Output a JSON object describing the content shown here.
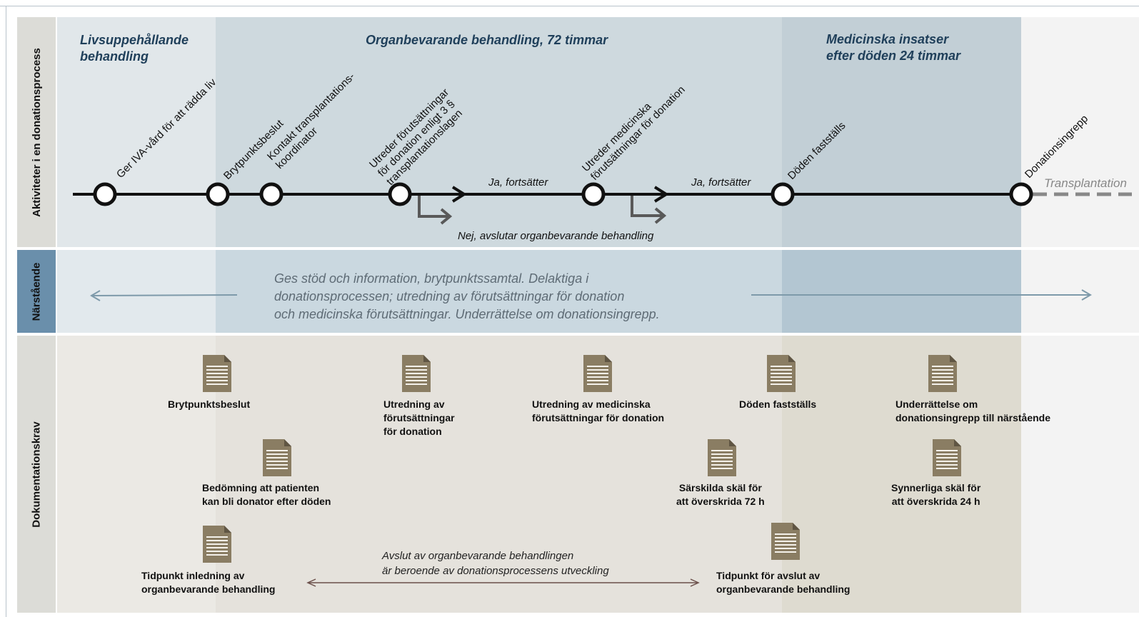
{
  "row_labels": {
    "activities": "Aktiviteter i en donationsprocess",
    "relatives": "Närstående",
    "documentation": "Dokumentationskrav"
  },
  "phases": {
    "life_sustaining": "Livsuppehållande\nbehandling",
    "organ_preserving": "Organbevarande behandling, 72 timmar",
    "medical_after_death": "Medicinska insatser\nefter döden 24 timmar"
  },
  "activities": [
    "Ger IVA-vård för att rädda liv",
    "Brytpunktsbeslut",
    "Kontakt transplantations-\nkoordinator",
    "Utreder förutsättningar\nför donation enligt 3 §\ntransplantationslagen",
    "Utreder medicinska\nförutsättningar för donation",
    "Döden fastställs",
    "Donationsingrepp"
  ],
  "flow_labels": {
    "yes_continue_1": "Ja, fortsätter",
    "yes_continue_2": "Ja, fortsätter",
    "no_stop": "Nej, avslutar organbevarande behandling",
    "transplantation": "Transplantation"
  },
  "relatives_text": "Ges stöd och information, brytpunktssamtal. Delaktiga i\ndonationsprocessen; utredning av förutsättningar för donation\noch medicinska förutsättningar. Underrättelse om donationsingrepp.",
  "documents": [
    "Brytpunktsbeslut",
    "Utredning av\nförutsättningar\nför donation",
    "Utredning av medicinska\nförutsättningar för donation",
    "Döden fastställs",
    "Underrättelse om\ndonationsingrepp till närstående",
    "Bedömning att patienten\nkan bli donator efter döden",
    "Särskilda skäl för\natt överskrida 72 h",
    "Synnerliga skäl för\natt överskrida 24 h",
    "Tidpunkt inledning av\norganbevarande behandling",
    "Tidpunkt för avslut av\norganbevarande behandling"
  ],
  "doc_note": "Avslut av organbevarande behandlingen\när beroende av donationsprocessens utveckling",
  "colors": {
    "label_band": "#dcdcd7",
    "relatives_label_band": "#6a8fab",
    "phase_title": "#1f3f5a",
    "doc_icon": "#8a7d63"
  }
}
